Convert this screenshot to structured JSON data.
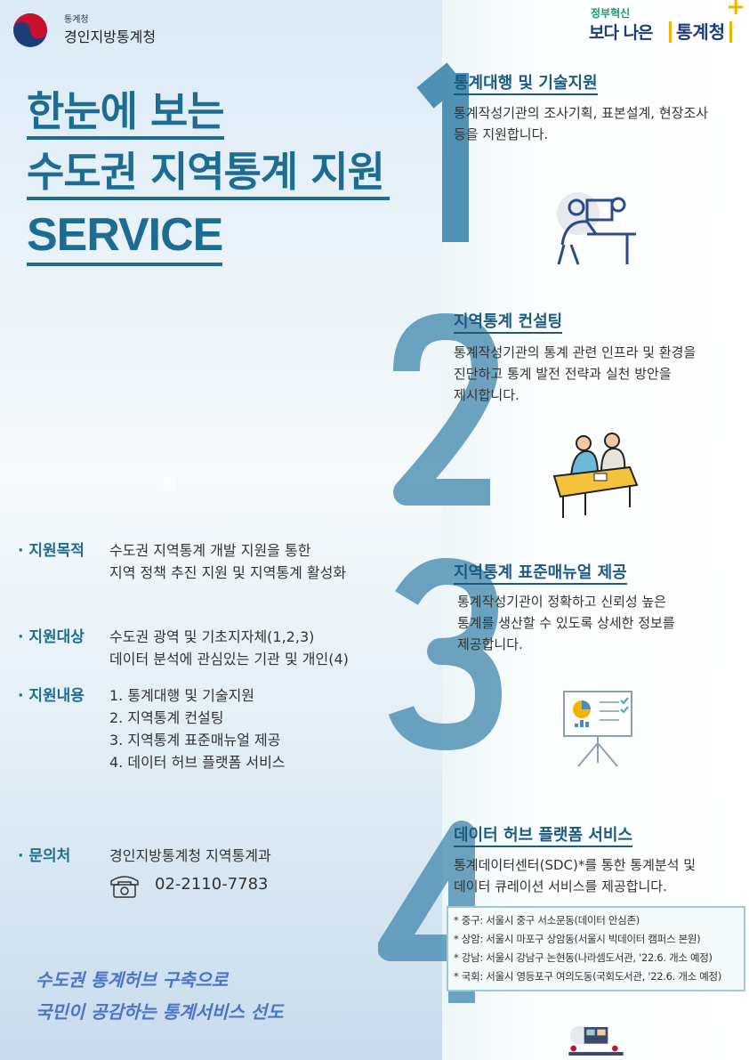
{
  "header": {
    "org_small": "통계청",
    "org_name": "경인지방통계청",
    "slogan_small": "정부혁신",
    "slogan_big": "보다 나은",
    "slogan_brand": "통계청"
  },
  "title": {
    "line1": "한눈에 보는",
    "line2": "수도권 지역통계 지원",
    "line3": "SERVICE"
  },
  "sections": [
    {
      "num": "1",
      "heading": "통계대행 및 기술지원",
      "body": [
        "통계작성기관의 조사기획, 표본설계, 현장조사",
        "등을 지원합니다."
      ]
    },
    {
      "num": "2",
      "heading": "지역통계 컨설팅",
      "body": [
        "통계작성기관의 통계 관련 인프라 및 환경을",
        "진단하고 통계 발전 전략과 실천 방안을",
        "제시합니다."
      ]
    },
    {
      "num": "3",
      "heading": "지역통계 표준매뉴얼 제공",
      "body": [
        "통계작성기관이 정확하고 신뢰성 높은",
        "통계를 생산할 수 있도록  상세한 정보를",
        "제공합니다."
      ]
    },
    {
      "num": "4",
      "heading": "데이터 허브 플랫폼 서비스",
      "body": [
        "통계데이터센터(SDC)*를 통한 통계분석 및",
        "데이터 큐레이션 서비스를 제공합니다."
      ]
    }
  ],
  "notes": [
    "* 중구: 서울시 중구 서소문동(데이터 안심존)",
    "* 상암: 서울시 마포구 상암동(서울시 빅데이터 캠퍼스 본원)",
    "* 강남: 서울시 강남구 논현동(나라셈도서관, '22.6. 개소 예정)",
    "* 국회: 서울시 영등포구 여의도동(국회도서관, '22.6. 개소 예정)"
  ],
  "info": [
    {
      "label": "· 지원목적",
      "lines": [
        "수도권 지역통계 개발 지원을 통한",
        "지역 정책 추진 지원 및 지역통계 활성화"
      ]
    },
    {
      "label": "· 지원대상",
      "lines": [
        "수도권 광역 및 기초지자체(1,2,3)",
        "데이터 분석에 관심있는 기관 및 개인(4)"
      ]
    },
    {
      "label": "· 지원내용",
      "lines": [
        "1. 통계대행 및 기술지원",
        "2. 지역통계 컨설팅",
        "3. 지역통계 표준매뉴얼 제공",
        "4. 데이터 허브 플랫폼 서비스"
      ]
    },
    {
      "label": "· 문의처",
      "lines": [
        "경인지방통계청 지역통계과"
      ]
    }
  ],
  "contact": {
    "phone": "02-2110-7783"
  },
  "footer": {
    "line1": "수도권 통계허브 구축으로",
    "line2": "국민이 공감하는 통계서비스 선도"
  }
}
